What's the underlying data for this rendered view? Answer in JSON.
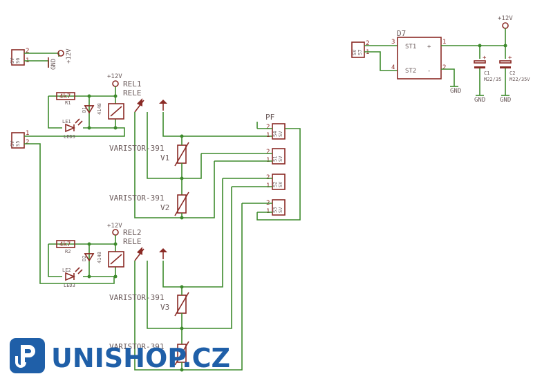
{
  "labels": {
    "plus12v": "+12V",
    "gnd": "GND",
    "sv": "SV",
    "s5": "S5",
    "s6": "S6",
    "s7": "S7",
    "s1": "S1",
    "s2": "S2",
    "s3": "S3",
    "s4": "S4",
    "pin1": "1",
    "pin2": "2",
    "pin3": "3",
    "pin4": "4",
    "rel1": "REL1",
    "rel2": "REL2",
    "rele": "RELE",
    "r1": "R1",
    "r2": "R2",
    "r_value": "4k7",
    "d1": "D1",
    "d2": "D2",
    "d_value": "4148",
    "le1": "LE1",
    "le2": "LE2",
    "led_value": "LED3",
    "varistor": "VARISTOR-391",
    "v1": "V1",
    "v2": "V2",
    "v3": "V3",
    "pf": "PF",
    "d7": "D7",
    "st1": "ST1",
    "st2": "ST2",
    "plus": "+",
    "minus": "-",
    "c1": "C1",
    "c2": "C2",
    "cap_value": "M22/35V",
    "cap_value_short": "M22/35"
  },
  "brand": {
    "name": "UNISHOP.CZ",
    "color": "#1f5fa8"
  },
  "colors": {
    "wire": "#3d8a2c",
    "component": "#8a2a25",
    "text": "#6a5a5a"
  }
}
